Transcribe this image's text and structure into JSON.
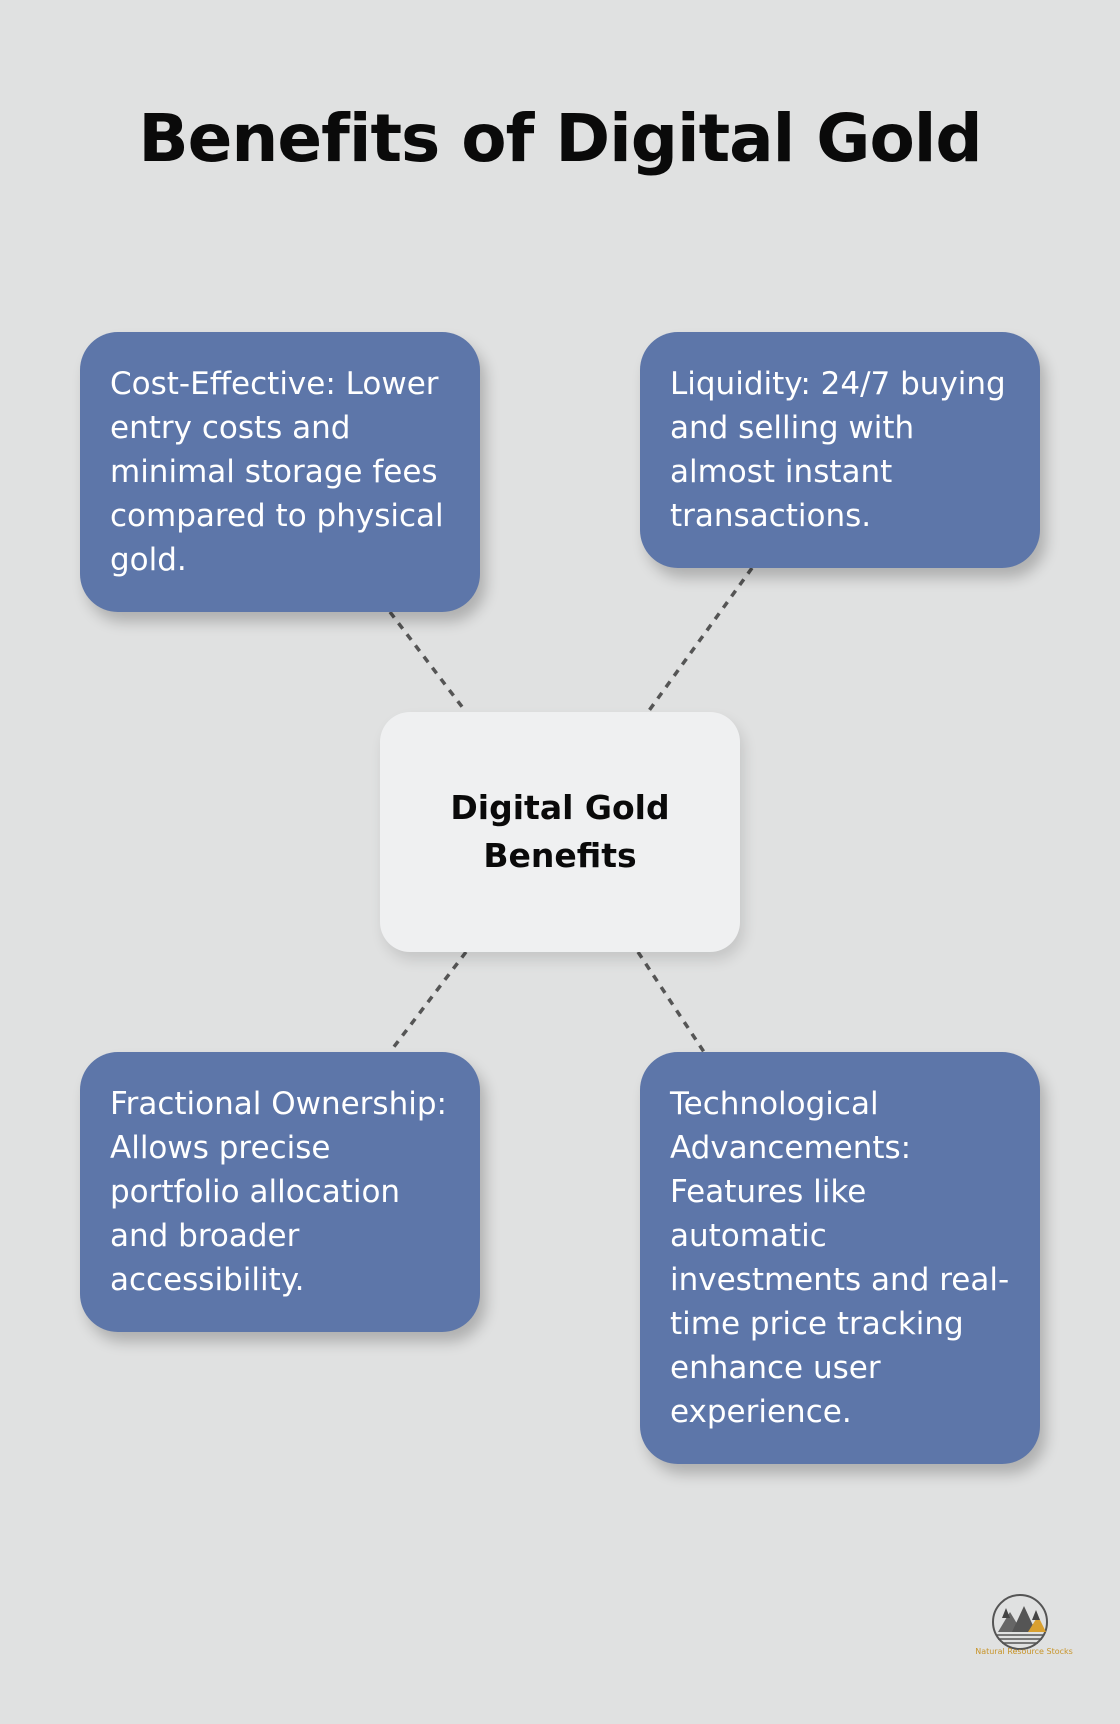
{
  "title": "Benefits of Digital Gold",
  "center": {
    "label": "Digital Gold Benefits"
  },
  "cards": {
    "top_left": "Cost-Effective: Lower entry costs and minimal storage fees compared to physical gold.",
    "top_right": "Liquidity: 24/7 buying and selling with almost instant transactions.",
    "bottom_left": "Fractional Ownership: Allows precise portfolio allocation and broader accessibility.",
    "bottom_right": "Technological Advancements: Features like automatic investments and real-time price tracking enhance user experience."
  },
  "logo": {
    "caption": "Natural Resource Stocks",
    "icon": "mountain-tree-logo-icon"
  },
  "colors": {
    "background": "#e0e1e1",
    "card": "#5d76a9",
    "center_card": "#eff0f1",
    "connector": "#555555",
    "logo_accent": "#c8952a"
  }
}
